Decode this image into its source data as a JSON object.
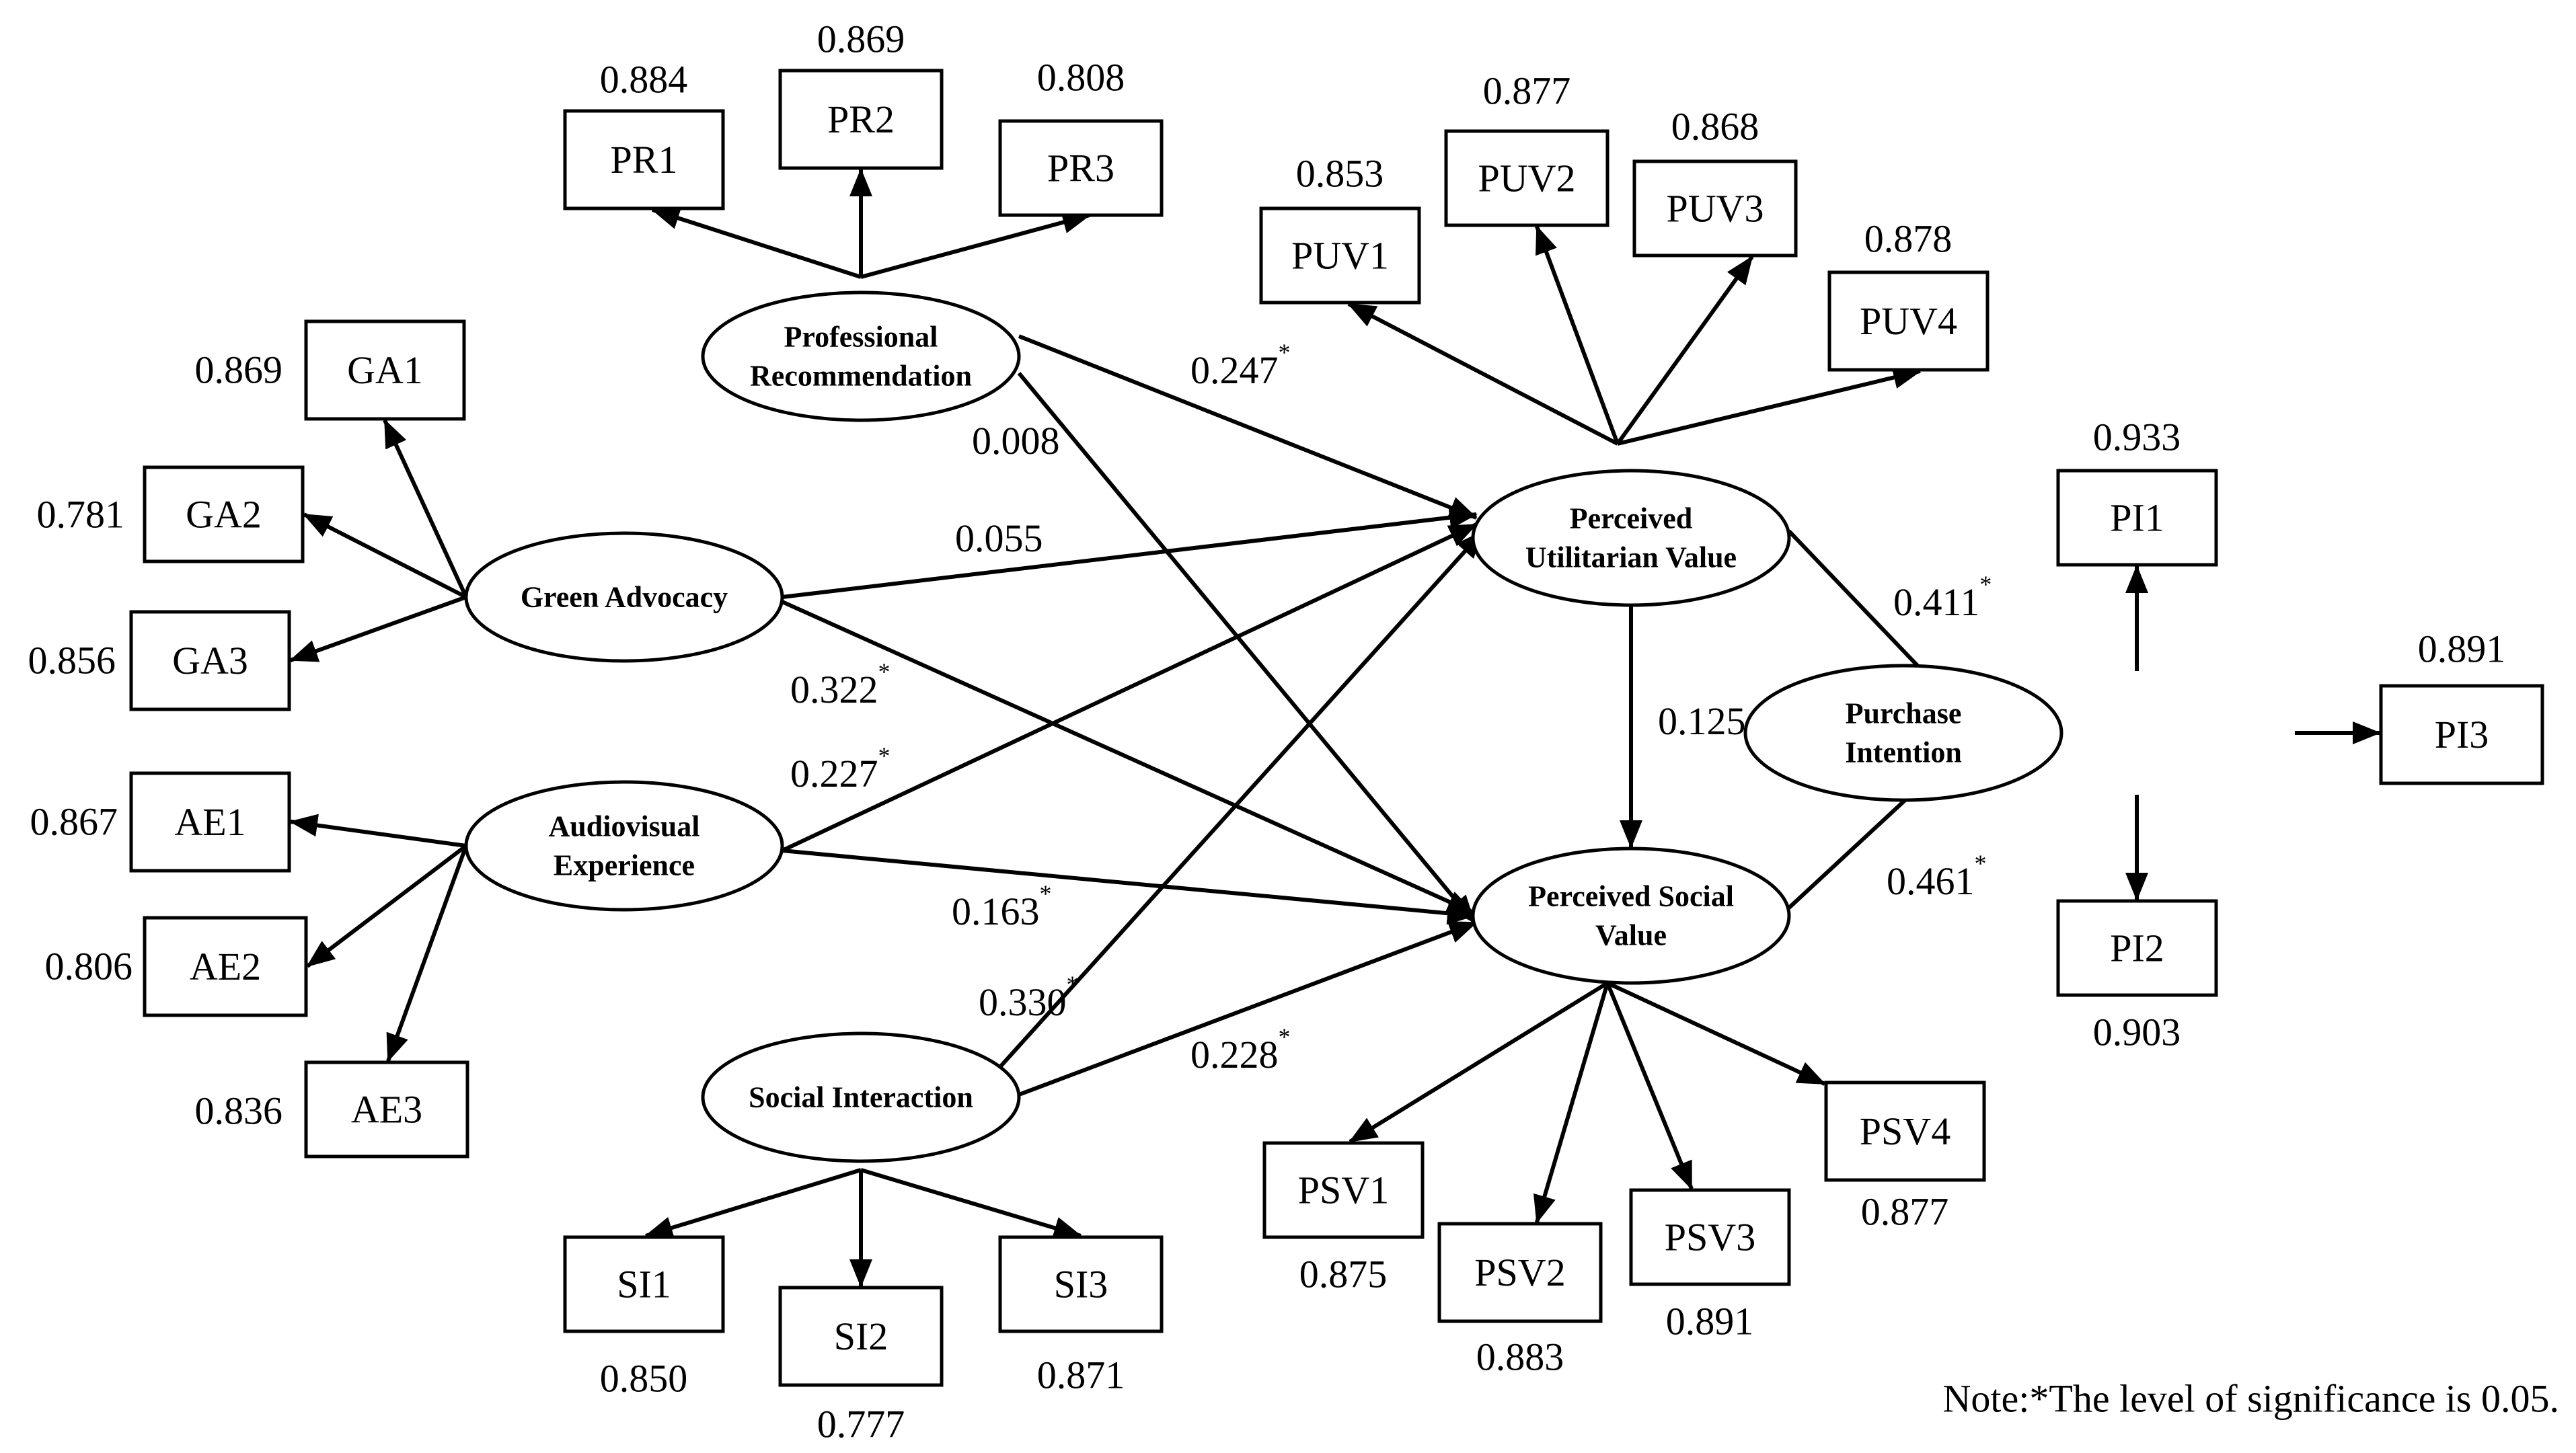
{
  "latents": [
    {
      "id": "PR",
      "lines": [
        "Professional",
        "Recommendation"
      ]
    },
    {
      "id": "GA",
      "lines": [
        "Green Advocacy"
      ]
    },
    {
      "id": "AE",
      "lines": [
        "Audiovisual",
        "Experience"
      ]
    },
    {
      "id": "SI",
      "lines": [
        "Social Interaction"
      ]
    },
    {
      "id": "PUV",
      "lines": [
        "Perceived",
        "Utilitarian Value"
      ]
    },
    {
      "id": "PSV",
      "lines": [
        "Perceived Social",
        "Value"
      ]
    },
    {
      "id": "PIN",
      "lines": [
        "Purchase",
        "Intention"
      ]
    }
  ],
  "indicators": [
    {
      "id": "PR1",
      "label": "PR1",
      "loading": "0.884"
    },
    {
      "id": "PR2",
      "label": "PR2",
      "loading": "0.869"
    },
    {
      "id": "PR3",
      "label": "PR3",
      "loading": "0.808"
    },
    {
      "id": "GA1",
      "label": "GA1",
      "loading": "0.869"
    },
    {
      "id": "GA2",
      "label": "GA2",
      "loading": "0.781"
    },
    {
      "id": "GA3",
      "label": "GA3",
      "loading": "0.856"
    },
    {
      "id": "AE1",
      "label": "AE1",
      "loading": "0.867"
    },
    {
      "id": "AE2",
      "label": "AE2",
      "loading": "0.806"
    },
    {
      "id": "AE3",
      "label": "AE3",
      "loading": "0.836"
    },
    {
      "id": "SI1",
      "label": "SI1",
      "loading": "0.850"
    },
    {
      "id": "SI2",
      "label": "SI2",
      "loading": "0.777"
    },
    {
      "id": "SI3",
      "label": "SI3",
      "loading": "0.871"
    },
    {
      "id": "PUV1",
      "label": "PUV1",
      "loading": "0.853"
    },
    {
      "id": "PUV2",
      "label": "PUV2",
      "loading": "0.877"
    },
    {
      "id": "PUV3",
      "label": "PUV3",
      "loading": "0.868"
    },
    {
      "id": "PUV4",
      "label": "PUV4",
      "loading": "0.878"
    },
    {
      "id": "PSV1",
      "label": "PSV1",
      "loading": "0.875"
    },
    {
      "id": "PSV2",
      "label": "PSV2",
      "loading": "0.883"
    },
    {
      "id": "PSV3",
      "label": "PSV3",
      "loading": "0.891"
    },
    {
      "id": "PSV4",
      "label": "PSV4",
      "loading": "0.877"
    },
    {
      "id": "PI1",
      "label": "PI1",
      "loading": "0.933"
    },
    {
      "id": "PI2",
      "label": "PI2",
      "loading": "0.903"
    },
    {
      "id": "PI3",
      "label": "PI3",
      "loading": "0.891"
    }
  ],
  "paths": [
    {
      "id": "PR-PUV",
      "coef": "0.247",
      "sig": "*"
    },
    {
      "id": "PR-PSV",
      "coef": "0.008",
      "sig": ""
    },
    {
      "id": "GA-PUV",
      "coef": "0.055",
      "sig": ""
    },
    {
      "id": "GA-PSV",
      "coef": "0.322",
      "sig": "*"
    },
    {
      "id": "AE-PUV",
      "coef": "0.227",
      "sig": "*"
    },
    {
      "id": "AE-PSV",
      "coef": "0.163",
      "sig": "*"
    },
    {
      "id": "SI-PUV",
      "coef": "0.330",
      "sig": "*"
    },
    {
      "id": "SI-PSV",
      "coef": "0.228",
      "sig": "*"
    },
    {
      "id": "PUV-PSV",
      "coef": "0.125",
      "sig": ""
    },
    {
      "id": "PUV-PIN",
      "coef": "0.411",
      "sig": "*"
    },
    {
      "id": "PSV-PIN",
      "coef": "0.461",
      "sig": "*"
    }
  ],
  "note": "Note:*The level of significance is 0.05."
}
